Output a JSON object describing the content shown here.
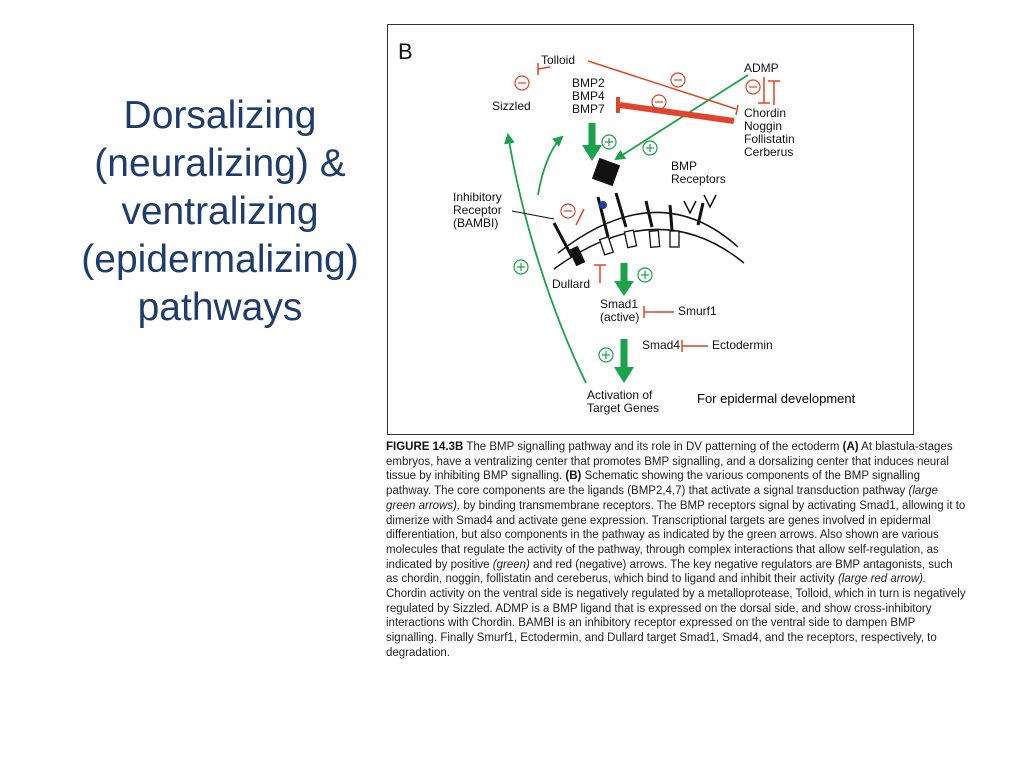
{
  "title_lines": [
    "Dorsalizing",
    "(neuralizing) &",
    "ventralizing",
    "(epidermalizing)",
    "pathways"
  ],
  "diagram": {
    "panel_letter": "B",
    "labels": {
      "tolloid": "Tolloid",
      "admp": "ADMP",
      "sizzled": "Sizzled",
      "bmp2": "BMP2",
      "bmp4": "BMP4",
      "bmp7": "BMP7",
      "chordin": "Chordin",
      "noggin": "Noggin",
      "follistatin": "Follistatin",
      "cerberus": "Cerberus",
      "bmp_receptors_1": "BMP",
      "bmp_receptors_2": "Receptors",
      "inhibitory_1": "Inhibitory",
      "inhibitory_2": "Receptor",
      "inhibitory_3": "(BAMBI)",
      "dullard": "Dullard",
      "smad1_1": "Smad1",
      "smad1_2": "(active)",
      "smurf1": "Smurf1",
      "smad4": "Smad4",
      "ectodermin": "Ectodermin",
      "activation_1": "Activation of",
      "activation_2": "Target Genes"
    },
    "colors": {
      "positive": "#1aa34a",
      "negative": "#e0452b",
      "ink": "#111111"
    }
  },
  "annotation": "For epidermal development",
  "caption": {
    "label": "FIGURE 14.3B",
    "part_a": " The BMP signalling pathway and its role in DV patterning of the ectoderm ",
    "a_tag": "(A)",
    "part_b": " At blastula-stages embryos, have a ventralizing center that promotes BMP signalling, and a dorsalizing center that induces neural tissue by inhibiting BMP signalling. ",
    "b_tag": "(B)",
    "part_c": " Schematic showing the various components of the BMP signalling pathway. The core components are the ligands (BMP2,4,7) that activate a signal transduction pathway ",
    "i1": "(large green arrows),",
    "part_d": " by binding transmembrane receptors. The BMP receptors signal by activating Smad1, allowing it to dimerize with Smad4 and activate gene expression. Transcriptional targets are genes involved in epidermal differentiation, but also components in the pathway as indicated by the green arrows. Also shown are various molecules that regulate the activity of the pathway, through complex interactions that allow self-regulation, as indicated by positive ",
    "i2": "(green)",
    "part_e": " and red (negative) arrows. The key negative regulators are BMP antagonists, such as chordin, noggin, follistatin and cereberus, which bind to ligand and inhibit their activity ",
    "i3": "(large red arrow).",
    "part_f": " Chordin activity on the ventral side is negatively regulated by a metalloprotease, Tolloid, which in turn is negatively regulated by Sizzled. ADMP is a BMP ligand that is expressed on the dorsal side, and show cross-inhibitory interactions with Chordin. BAMBI is an inhibitory receptor expressed on the ventral side to dampen BMP signalling. Finally Smurf1, Ectodermin, and Dullard target Smad1, Smad4, and the receptors, respectively, to degradation."
  }
}
